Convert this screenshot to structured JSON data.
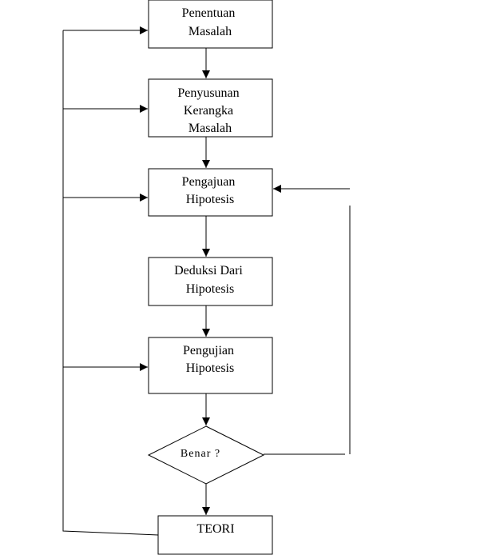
{
  "flowchart": {
    "steps": {
      "penentuan": [
        "Penentuan",
        "Masalah"
      ],
      "penyusunan": [
        "Penyusunan",
        "Kerangka",
        "Masalah"
      ],
      "pengajuan": [
        "Pengajuan",
        "Hipotesis"
      ],
      "deduksi": [
        "Deduksi Dari",
        "Hipotesis"
      ],
      "pengujian": [
        "Pengujian",
        "Hipotesis"
      ],
      "teori": [
        "TEORI"
      ]
    },
    "decision": "Benar ?"
  }
}
